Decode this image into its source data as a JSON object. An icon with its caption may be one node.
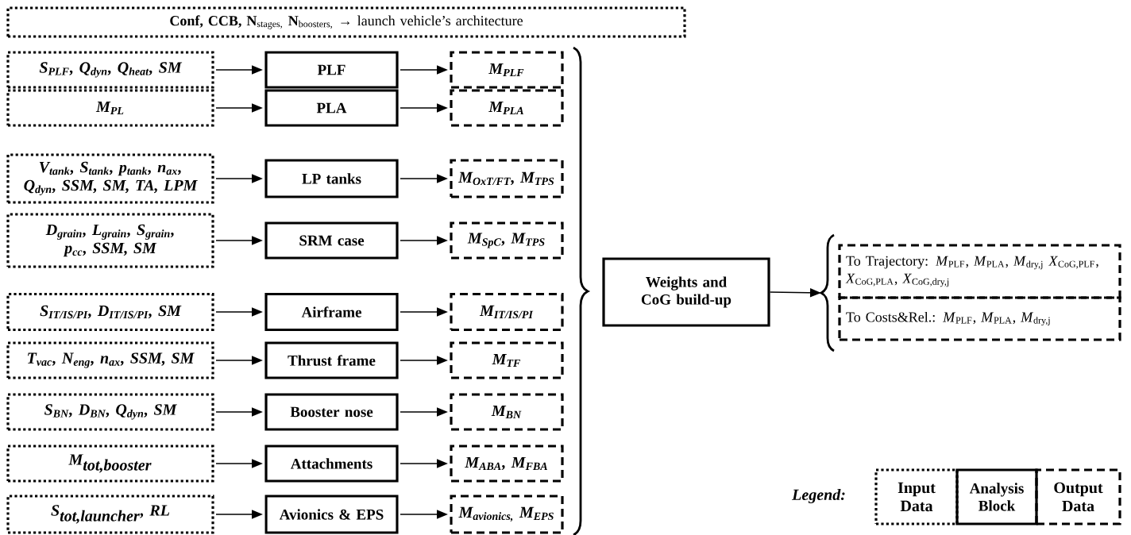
{
  "diagram": {
    "nodes": [
      {
        "text": [
          "**Conf, CCB, N**$_{stages,}$ **N**$_{boosters,}$ → launch vehicle’s architecture"
        ]
      },
      {
        "text": [
          "S$_{PLF}$, Q$_{dyn}$, Q$_{heat}$, SM"
        ]
      },
      {
        "text": [
          "PLF"
        ]
      },
      {
        "text": [
          "M$_{PLF}$"
        ]
      },
      {
        "text": [
          "M$_{PL}$"
        ]
      },
      {
        "text": [
          "PLA"
        ]
      },
      {
        "text": [
          "M$_{PLA}$"
        ]
      },
      {
        "text": [
          "V$_{tank}$, S$_{tank}$, p$_{tank}$, n$_{ax}$, Q$_{dyn}$, SSM, SM, TA, LPM"
        ]
      },
      {
        "text": [
          "LP tanks"
        ]
      },
      {
        "text": [
          "M$_{OxT/FT}$, M$_{TPS}$"
        ]
      },
      {
        "text": [
          "D$_{grain}$, L$_{grain}$, S$_{grain}$, p$_{cc}$, SSM, SM"
        ]
      },
      {
        "text": [
          "SRM case"
        ]
      },
      {
        "text": [
          "M$_{SpC}$, M$_{TPS}$"
        ]
      },
      {
        "text": [
          "S$_{IT/IS/PI}$, D$_{IT/IS/PI}$, SM"
        ]
      },
      {
        "text": [
          "Airframe"
        ]
      },
      {
        "text": [
          "M$_{IT/IS/PI}$"
        ]
      },
      {
        "text": [
          "T$_{vac}$, N$_{eng}$, n$_{ax}$, SSM, SM"
        ]
      },
      {
        "text": [
          "Thrust frame"
        ]
      },
      {
        "text": [
          "M$_{TF}$"
        ]
      },
      {
        "text": [
          "S$_{BN}$, D$_{BN}$, Q$_{dyn}$, SM"
        ]
      },
      {
        "text": [
          "Booster nose"
        ]
      },
      {
        "text": [
          "M$_{BN}$"
        ]
      },
      {
        "text": [
          "\\textbf{\\textit{M}}_{\\textbf{\\textit{tot,booster}}}"
        ]
      },
      {
        "text": [
          "Attachments"
        ]
      },
      {
        "text": [
          "M$_{ABA}$, M$_{FBA}$"
        ]
      },
      {
        "text": [
          "\\textbf{\\textit{S}}_{\\textbf{\\textit{tot,launcher}}}\\textbf{\\textit{, RL}}"
        ]
      },
      {
        "text": [
          "Avionics & EPS"
        ]
      },
      {
        "text": [
          "M$_{avionics,}$ M$_{EPS}$"
        ]
      },
      {
        "text": [
          "Weights and CoG build-up"
        ]
      },
      {
        "text": [
          "To Trajectory: *M*$_{PLF}$, *M*$_{PLA}$, *M*$_{dry,j}$ *X*$_{CoG,PLF}$, *X*$_{CoG,PLA}$, *X*$_{CoG,dry,j}$"
        ]
      },
      {
        "text": [
          "To Costs&Rel.: *M*$_{PLF}$, *M*$_{PLA}$, *M*$_{dry,j}$"
        ]
      }
    ],
    "edges": [
      {
        "from": 1,
        "to": 2,
        "arrow": "to"
      },
      {
        "from": 2,
        "to": 3,
        "arrow": "to"
      },
      {
        "from": 4,
        "to": 5,
        "arrow": "to"
      },
      {
        "from": 5,
        "to": 6,
        "arrow": "to"
      },
      {
        "from": 7,
        "to": 8,
        "arrow": "to"
      },
      {
        "from": 8,
        "to": 9,
        "arrow": "to"
      },
      {
        "from": 10,
        "to": 11,
        "arrow": "to"
      },
      {
        "from": 11,
        "to": 12,
        "arrow": "to"
      },
      {
        "from": 13,
        "to": 14,
        "arrow": "to"
      },
      {
        "from": 14,
        "to": 15,
        "arrow": "to"
      },
      {
        "from": 16,
        "to": 17,
        "arrow": "to"
      },
      {
        "from": 17,
        "to": 18,
        "arrow": "to"
      },
      {
        "from": 19,
        "to": 20,
        "arrow": "to"
      },
      {
        "from": 20,
        "to": 21,
        "arrow": "to"
      },
      {
        "from": 22,
        "to": 23,
        "arrow": "to"
      },
      {
        "from": 23,
        "to": 24,
        "arrow": "to"
      },
      {
        "from": 25,
        "to": 26,
        "arrow": "to"
      },
      {
        "from": 26,
        "to": 27,
        "arrow": "to"
      },
      {
        "from": 28,
        "to": 29,
        "arrow": "to"
      },
      {
        "from": 28,
        "to": 30,
        "arrow": "to"
      }
    ],
    "labels": [
      "Legend:"
    ],
    "legend": [
      {
        "text": "Input Data"
      },
      {
        "text": "Analysis Block"
      },
      {
        "text": "Output Data"
      }
    ]
  }
}
